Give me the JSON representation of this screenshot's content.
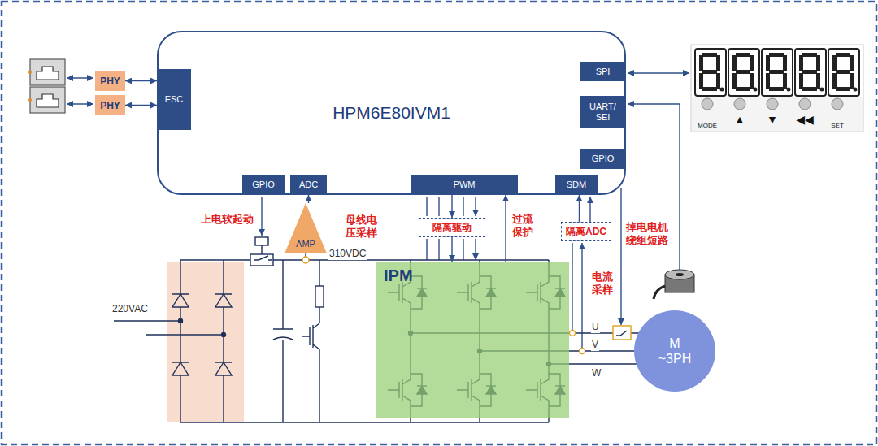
{
  "diagram": {
    "nodes": [
      {
        "text": [
          "PHY"
        ]
      },
      {
        "text": [
          "PHY"
        ]
      },
      {
        "text": [
          "HPM6E80IVM1"
        ]
      },
      {
        "text": [
          "ESC"
        ],
        "in": 2
      },
      {
        "text": [
          "SPI"
        ],
        "in": 2
      },
      {
        "text": [
          "UART/ SEI"
        ],
        "in": 2
      },
      {
        "text": [
          "GPIO"
        ],
        "in": 2
      },
      {
        "text": [
          "GPIO"
        ],
        "in": 2
      },
      {
        "text": [
          "ADC"
        ],
        "in": 2
      },
      {
        "text": [
          "PWM"
        ],
        "in": 2
      },
      {
        "text": [
          "SDM"
        ],
        "in": 2
      },
      {
        "text": [
          "AMP"
        ]
      },
      {
        "text": [
          "隔离驱动"
        ]
      },
      {
        "text": [
          "隔离ADC"
        ]
      },
      {
        "text": [
          "IPM"
        ]
      },
      {
        "text": [
          "M ~3PH"
        ]
      }
    ],
    "edges": [
      {
        "from": 0,
        "to": 3,
        "arrow": "both"
      },
      {
        "from": 1,
        "to": 3,
        "arrow": "both"
      },
      {
        "from": 11,
        "to": 8,
        "arrow": "to"
      },
      {
        "from": 9,
        "to": 12,
        "arrow": "to"
      },
      {
        "from": 12,
        "to": 14,
        "arrow": "to"
      },
      {
        "from": 14,
        "to": 2,
        "arrow": "to"
      },
      {
        "from": 13,
        "to": 10,
        "arrow": "to"
      }
    ],
    "labels": [
      "上电软起动",
      "母线电压采样",
      "310VDC",
      "过流保护",
      "电流采样",
      "掉电电机绕组短路",
      "220VAC",
      "U",
      "V",
      "W",
      "MODE",
      "▲",
      "▼",
      "◀◀",
      "SET"
    ]
  }
}
